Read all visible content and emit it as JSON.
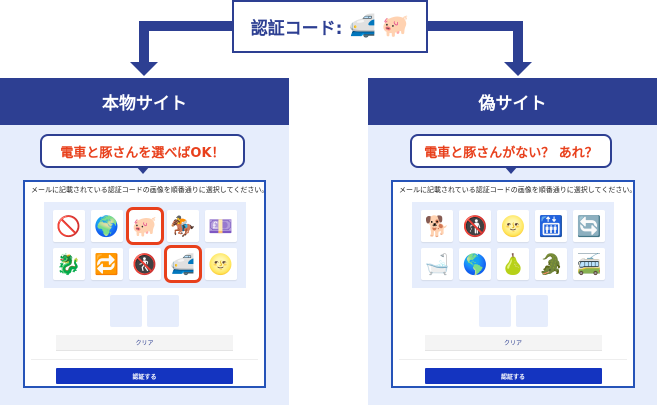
{
  "auth_code": {
    "label": "認証コード:",
    "icons": [
      "🚅",
      "🐖"
    ]
  },
  "real_site": {
    "title": "本物サイト",
    "bubble": "電車と豚さんを選べばOK！",
    "instruction": "メールに記載されている認証コードの画像を順番通りに選択してください。",
    "tiles": [
      {
        "icon": "🚫",
        "name": "no-mobile-phones",
        "selected": false
      },
      {
        "icon": "🌍",
        "name": "globe-europe-africa",
        "selected": false
      },
      {
        "icon": "🐖",
        "name": "pig",
        "selected": true
      },
      {
        "icon": "🏇",
        "name": "horse-racing",
        "selected": false
      },
      {
        "icon": "💷",
        "name": "pound-banknote",
        "selected": false
      },
      {
        "icon": "🐉",
        "name": "dragon",
        "selected": false
      },
      {
        "icon": "🔁",
        "name": "repeat",
        "selected": false
      },
      {
        "icon": "🚷",
        "name": "no-pedestrians",
        "selected": false
      },
      {
        "icon": "🚅",
        "name": "bullet-train",
        "selected": true
      },
      {
        "icon": "🌝",
        "name": "full-moon-face",
        "selected": false
      }
    ],
    "clear_label": "クリア",
    "submit_label": "認証する"
  },
  "fake_site": {
    "title": "偽サイト",
    "bubble": "電車と豚さんがない？ あれ？",
    "instruction": "メールに記載されている認証コードの画像を順番通りに選択してください。",
    "tiles": [
      {
        "icon": "🐕",
        "name": "shiba-dog",
        "selected": false
      },
      {
        "icon": "🚯",
        "name": "no-littering",
        "selected": false
      },
      {
        "icon": "🌝",
        "name": "full-moon-face",
        "selected": false
      },
      {
        "icon": "🛗",
        "name": "elevator",
        "selected": false
      },
      {
        "icon": "🔄",
        "name": "counterclockwise-arrows",
        "selected": false
      },
      {
        "icon": "🛁",
        "name": "bathtub",
        "selected": false
      },
      {
        "icon": "🌎",
        "name": "globe-americas",
        "selected": false
      },
      {
        "icon": "🍐",
        "name": "pear",
        "selected": false
      },
      {
        "icon": "🐊",
        "name": "crocodile",
        "selected": false
      },
      {
        "icon": "🚎",
        "name": "trolleybus",
        "selected": false
      }
    ],
    "clear_label": "クリア",
    "submit_label": "認証する"
  },
  "colors": {
    "brand": "#2d3f92",
    "accent": "#e8401c",
    "submit": "#1434c0",
    "panel_bg": "#e6edfc"
  }
}
